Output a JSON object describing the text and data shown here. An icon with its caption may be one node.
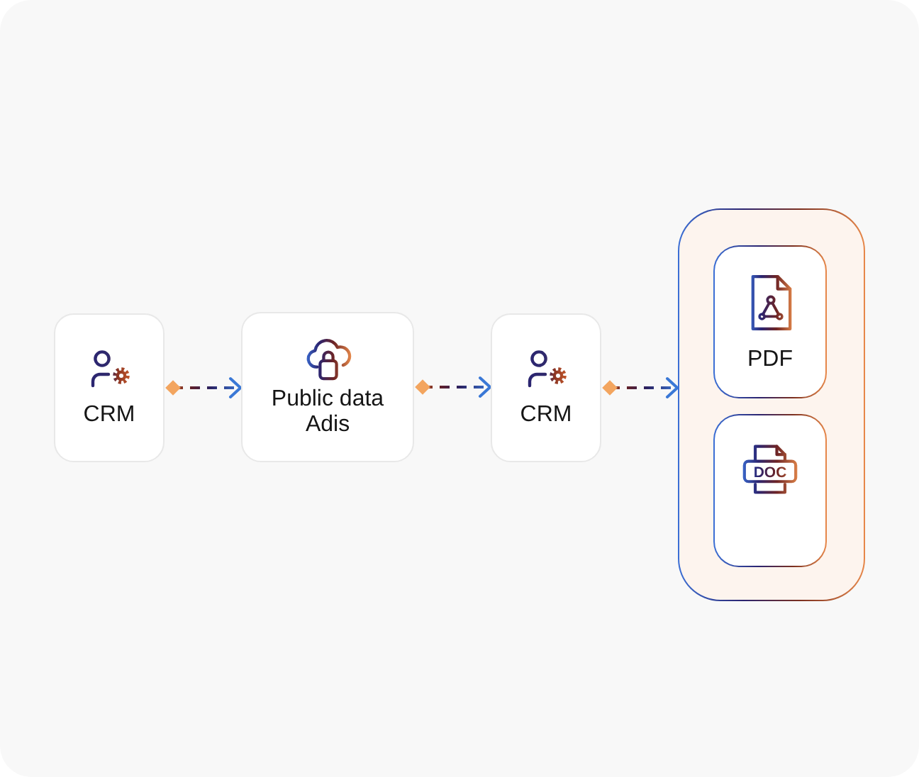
{
  "diagram": {
    "nodes": [
      {
        "text": [
          "CRM"
        ]
      },
      {
        "text": [
          "Public data Adis"
        ]
      },
      {
        "text": [
          "CRM"
        ]
      },
      {
        "text": [],
        "shape": "box"
      },
      {
        "text": [
          "PDF"
        ],
        "in": 3
      },
      {
        "text": [
          "DOC"
        ],
        "in": 3
      }
    ],
    "edges": [
      {
        "from": 0,
        "to": 1,
        "arrow": "to",
        "style": "dashed"
      },
      {
        "from": 1,
        "to": 2,
        "arrow": "to",
        "style": "dashed"
      },
      {
        "from": 2,
        "to": 3,
        "arrow": "to",
        "style": "dashed"
      }
    ]
  }
}
